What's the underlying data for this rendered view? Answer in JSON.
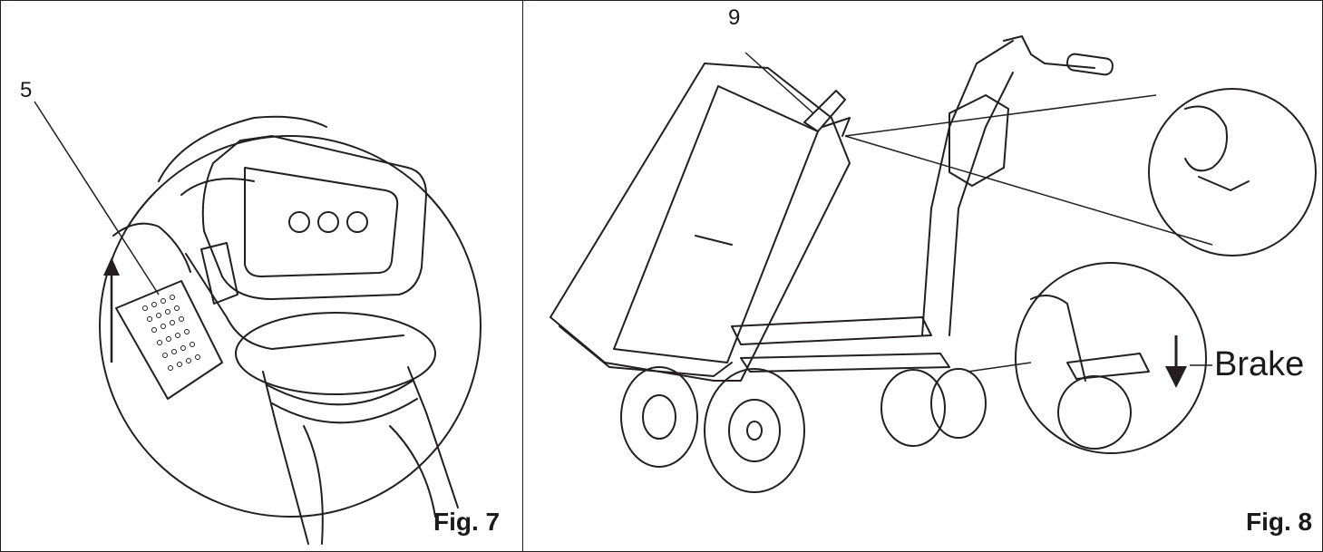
{
  "figures": {
    "fig7": {
      "label": "Fig. 7",
      "callout": "5"
    },
    "fig8": {
      "label": "Fig. 8",
      "callout": "9",
      "brake_label": "Brake"
    }
  },
  "colors": {
    "line": "#231f20",
    "background": "#ffffff"
  }
}
